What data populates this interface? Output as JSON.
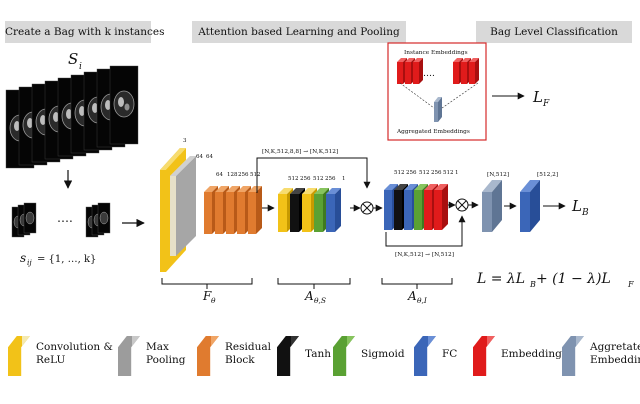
{
  "headers": {
    "left": "Create a Bag with k instances",
    "middle": "Attention based Learning and Pooling",
    "right": "Bag Level Classification"
  },
  "symbols": {
    "bag": "S",
    "bag_sub": "i",
    "instances_lhs": "s",
    "instances_sub": "ij",
    "instances_rhs": "= {1, …, k}",
    "ellipsis": "….",
    "loss_F": "L",
    "loss_F_sub": "F",
    "loss_B": "L",
    "loss_B_sub": "B",
    "loss_total": "L = λL",
    "loss_total_mid": " + (1 − λ)L",
    "loss_total_subB": "B",
    "loss_total_subF": "F"
  },
  "encoder_dims": [
    "3",
    "64",
    "64",
    "64",
    "128",
    "256",
    "512"
  ],
  "attn_s_dims": [
    "512",
    "256",
    "512",
    "256",
    "1"
  ],
  "attn_i_dims": [
    "512",
    "256",
    "512",
    "256",
    "512",
    "1"
  ],
  "shape_labels": {
    "top": "[N,K,512,8,8] → [N,K,512]",
    "bottom": "[N,K,512] → [N,512]",
    "fc1": "[N,512]",
    "fc2": "[512,2]"
  },
  "box_labels": {
    "instance": "Instance Embeddings",
    "aggregated": "Aggregated Embeddings"
  },
  "brace_labels": {
    "f_theta": "F",
    "f_theta_sub": "θ",
    "a_s": "A",
    "a_s_sub": "θ,S",
    "a_i": "A",
    "a_i_sub": "θ,I"
  },
  "legend": [
    {
      "lines": [
        "Convolution &",
        "ReLU"
      ],
      "color": "#f2c218",
      "color2": "#f4e9b0",
      "icon": "convolution-relu-swatch"
    },
    {
      "lines": [
        "Max",
        "Pooling"
      ],
      "color": "#9c9c9c",
      "color2": "#c8c8c8",
      "icon": "max-pooling-swatch"
    },
    {
      "lines": [
        "Residual",
        "Block"
      ],
      "color": "#e07b2f",
      "color2": "#f0a566",
      "icon": "residual-block-swatch"
    },
    {
      "lines": [
        "Tanh"
      ],
      "color": "#111111",
      "color2": "#333333",
      "icon": "tanh-swatch"
    },
    {
      "lines": [
        "Sigmoid"
      ],
      "color": "#5aa133",
      "color2": "#87c45e",
      "icon": "sigmoid-swatch"
    },
    {
      "lines": [
        "FC"
      ],
      "color": "#3b66b8",
      "color2": "#6a8fd6",
      "icon": "fc-swatch"
    },
    {
      "lines": [
        "Embeddings"
      ],
      "color": "#e01b1b",
      "color2": "#f06060",
      "icon": "embeddings-swatch"
    },
    {
      "lines": [
        "Aggretated",
        "Embedding"
      ],
      "color": "#7f93b0",
      "color2": "#a9b8cd",
      "icon": "aggregated-embedding-swatch"
    }
  ]
}
